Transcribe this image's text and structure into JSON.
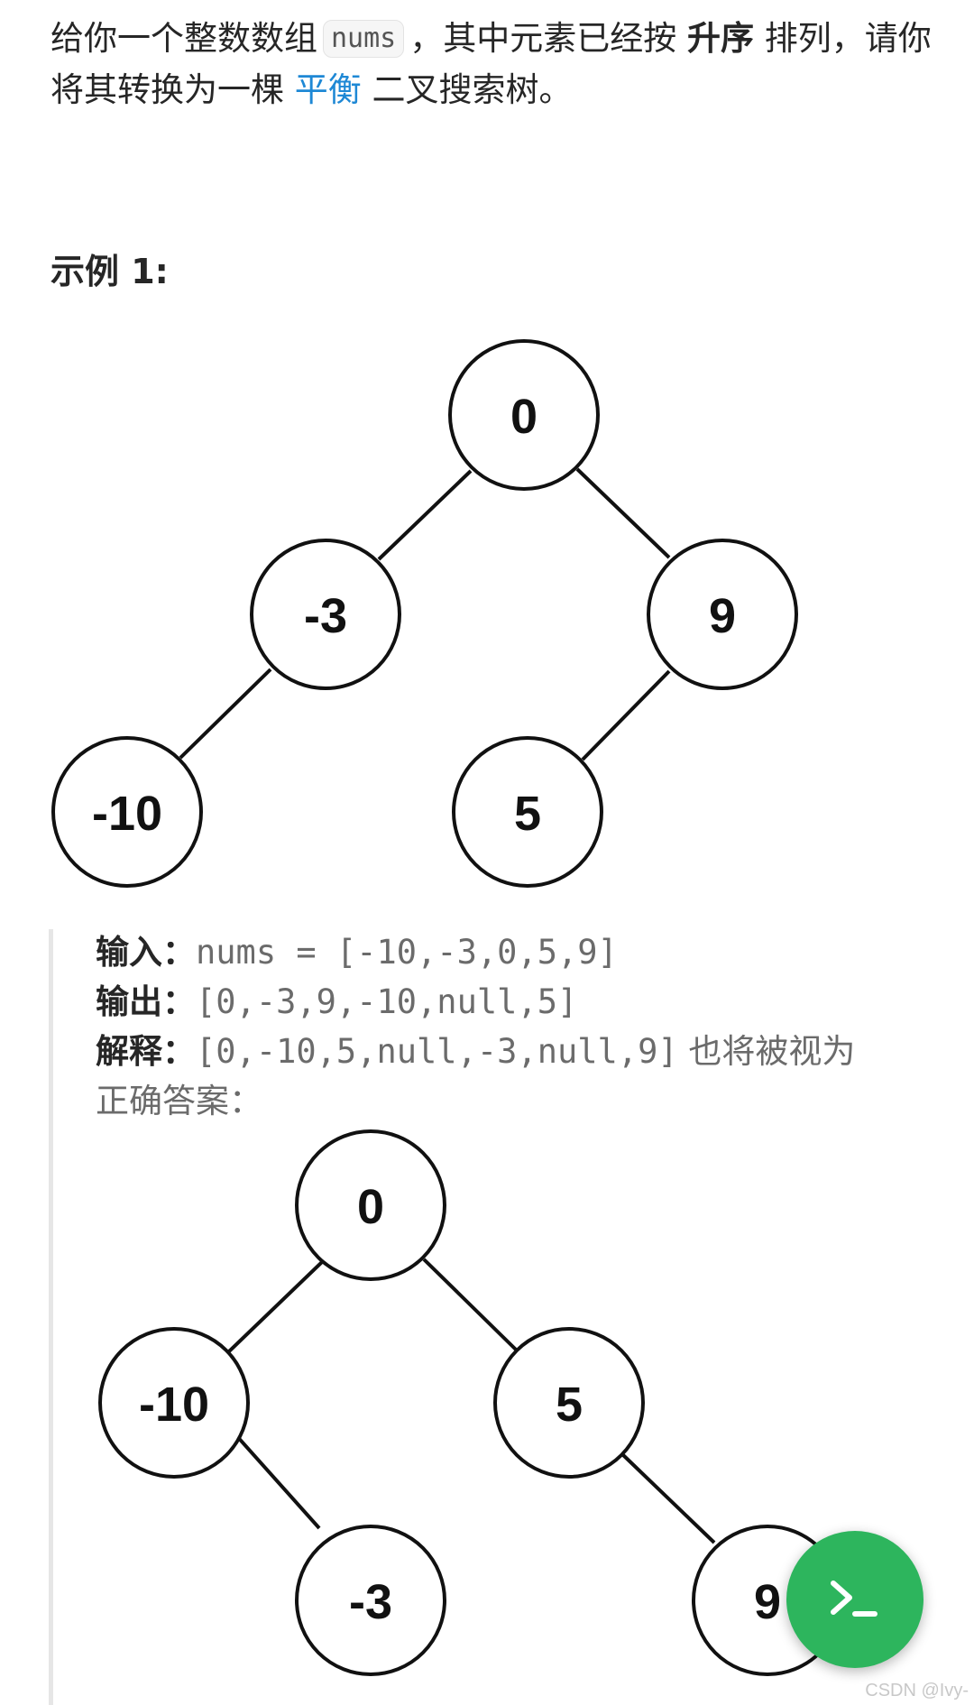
{
  "description": {
    "p1": "给你一个整数数组",
    "code": "nums",
    "p2": "，其中元素已经按",
    "bold": "升序",
    "p3": "排列，请你将其转换为一棵",
    "link": "平衡",
    "p4": "二叉搜索树。"
  },
  "example": {
    "title": "示例 1:",
    "tree1": {
      "nodes": [
        "0",
        "-3",
        "9",
        "-10",
        "5"
      ]
    },
    "input_label": "输入：",
    "input_value": "nums = [-10,-3,0,5,9]",
    "output_label": "输出：",
    "output_value": "[0,-3,9,-10,null,5]",
    "explain_label": "解释：",
    "explain_value": "[0,-10,5,null,-3,null,9]",
    "explain_text1": "也将被视为",
    "explain_text2": "正确答案：",
    "tree2": {
      "nodes": [
        "0",
        "-10",
        "5",
        "-3",
        "9"
      ]
    }
  },
  "fab": {
    "icon": "terminal-icon",
    "color": "#2db55d"
  },
  "watermark": "CSDN @Ivy-"
}
